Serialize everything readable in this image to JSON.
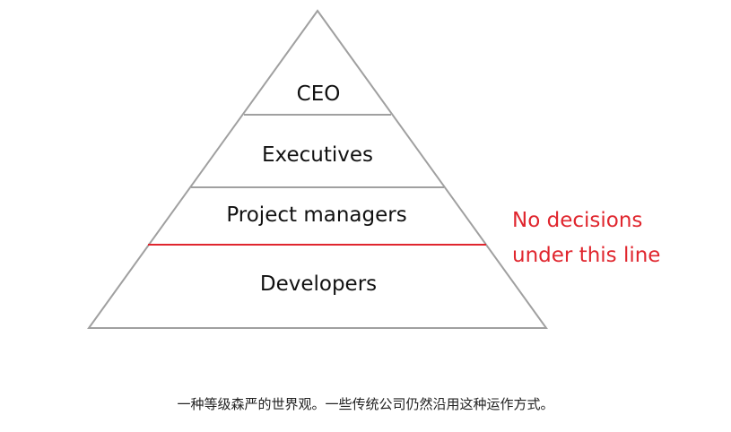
{
  "diagram": {
    "levels": [
      {
        "label": "CEO"
      },
      {
        "label": "Executives"
      },
      {
        "label": "Project managers"
      },
      {
        "label": "Developers"
      }
    ],
    "annotation": {
      "line1": "No decisions",
      "line2": "under this line",
      "color": "#e0262e"
    },
    "outline_color": "#a0a0a0"
  },
  "caption": "一种等级森严的世界观。一些传统公司仍然沿用这种运作方式。"
}
